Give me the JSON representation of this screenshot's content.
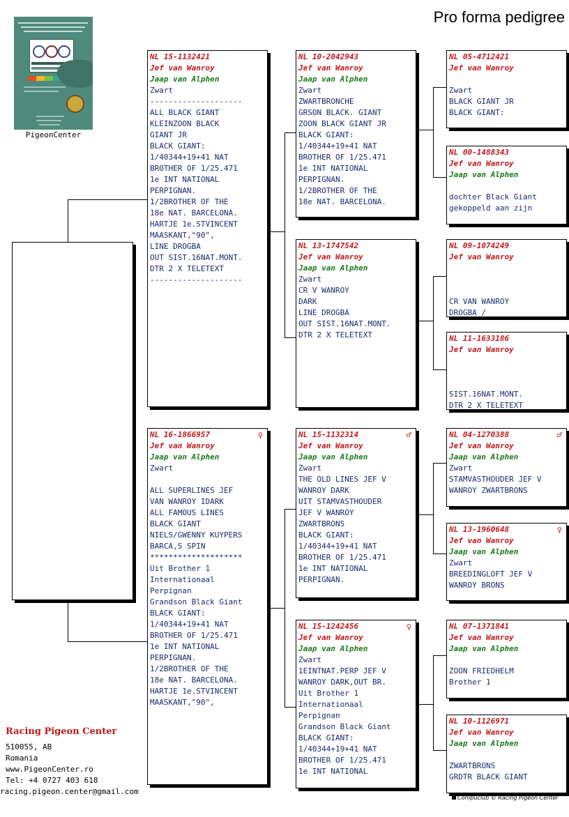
{
  "page_title": "Pro forma pedigree",
  "logo": {
    "caption": "PigeonCenter",
    "colors": [
      "#4f8a7c",
      "#ffffff",
      "#caa83c"
    ]
  },
  "footer": {
    "name": "Racing Pigeon Center",
    "lines": [
      "510055, AB",
      "Romania",
      "www.PigeonCenter.ro",
      "Tel: +4 0727 403 618"
    ],
    "email": "racing.pigeon.center@gmail.com"
  },
  "credit": "Compuclub © Racing Pigeon Center",
  "colors": {
    "ring": "#c0191c",
    "owner": "#1d7a1d",
    "text": "#1a2a6c"
  },
  "birds": [
    {
      "ring": "NL  15-1132421",
      "sex": "",
      "breeder": "Jef van Wanroy",
      "owner": "Jaap van Alphen",
      "lines": [
        "Zwart",
        "--------------------",
        "ALL BLACK GIANT",
        "KLEINZOON BLACK",
        "GIANT JR",
        "BLACK GIANT:",
        "1/40344+19+41 NAT",
        "BROTHER OF 1/25.471",
        "1e INT NATIONAL",
        "PERPIGNAN.",
        "1/2BROTHER OF THE",
        "18e NAT. BARCELONA.",
        "HARTJE 1e.STVINCENT",
        "MAASKANT,\"90\",",
        "LINE DROGBA",
        "OUT SIST.16NAT.MONT.",
        "DTR 2 X TELETEXT",
        "--------------------"
      ]
    },
    {
      "ring": "NL  16-1866957",
      "sex": "♀",
      "breeder": "Jef van Wanroy",
      "owner": "Jaap van Alphen",
      "lines": [
        "Zwart",
        "",
        "ALL SUPERLINES JEF",
        "VAN WANROY IDARK",
        "ALL FAMOUS LINES",
        "BLACK GIANT",
        "NIELS/GWENNY KUYPERS",
        "BARCA,S SPIN",
        "********************",
        "Uit Brother 1",
        "Internationaal",
        "Perpignan",
        "Grandson Black Giant",
        "BLACK GIANT:",
        "1/40344+19+41 NAT",
        "BROTHER OF 1/25.471",
        "1e INT NATIONAL",
        "PERPIGNAN.",
        "1/2BROTHER OF THE",
        "18e NAT. BARCELONA.",
        "HARTJE 1e.STVINCENT",
        "MAASKANT,\"90\","
      ]
    },
    {
      "ring": "NL  10-2042943",
      "sex": "",
      "breeder": "Jef van Wanroy",
      "owner": "Jaap van Alphen",
      "lines": [
        "Zwart",
        "ZWARTBRONCHE",
        "GRSON BLACK. GIANT",
        "ZOON BLACK GIANT JR",
        "BLACK GIANT:",
        "1/40344+19+41 NAT",
        "BROTHER OF 1/25.471",
        "1e INT NATIONAL",
        "PERPIGNAN.",
        "1/2BROTHER OF THE",
        "18e NAT. BARCELONA."
      ]
    },
    {
      "ring": "NL  13-1747542",
      "sex": "",
      "breeder": "Jef van Wanroy",
      "owner": "Jaap van Alphen",
      "lines": [
        "Zwart",
        "CR V WANROY",
        "DARK",
        "LINE DROGBA",
        "OUT SIST.16NAT.MONT.",
        "DTR 2 X TELETEXT"
      ]
    },
    {
      "ring": "NL  15-1132314",
      "sex": "♂",
      "breeder": "Jef van Wanroy",
      "owner": "Jaap van Alphen",
      "lines": [
        "Zwart",
        "THE OLD LINES JEF V",
        "WANROY DARK",
        "UIT STAMVASTHOUDER",
        "JEF V WANROY",
        "ZWARTBRONS",
        "BLACK GIANT:",
        "1/40344+19+41 NAT",
        "BROTHER OF 1/25.471",
        "1e INT NATIONAL",
        "PERPIGNAN."
      ]
    },
    {
      "ring": "NL  15-1242456",
      "sex": "♀",
      "breeder": "Jef van Wanroy",
      "owner": "Jaap van Alphen",
      "lines": [
        "Zwart",
        "1EINTNAT.PERP JEF V",
        "WANROY DARK,OUT BR.",
        "Uit Brother 1",
        "Internationaal",
        "Perpignan",
        "Grandson Black Giant",
        "BLACK GIANT:",
        "1/40344+19+41 NAT",
        "BROTHER OF 1/25.471",
        "1e INT NATIONAL"
      ]
    },
    {
      "ring": "NL  05-4712421",
      "sex": "",
      "breeder": "Jef van Wanroy",
      "owner": "",
      "lines": [
        "Zwart",
        "BLACK GIANT JR",
        "BLACK GIANT:"
      ]
    },
    {
      "ring": "NL  00-1488343",
      "sex": "",
      "breeder": "Jef van Wanroy",
      "owner": "Jaap van Alphen",
      "lines": [
        "",
        "dochter Black Giant",
        "gekoppeld aan zijn"
      ]
    },
    {
      "ring": "NL  09-1074249",
      "sex": "",
      "breeder": "Jef van Wanroy",
      "owner": "",
      "lines": [
        "",
        "",
        "CR VAN WANROY",
        "DROGBA /"
      ]
    },
    {
      "ring": "NL  11-1633186",
      "sex": "",
      "breeder": "Jef van Wanroy",
      "owner": "",
      "lines": [
        "",
        "",
        "SIST.16NAT.MONT.",
        "DTR 2 X TELETEXT"
      ]
    },
    {
      "ring": "NL  04-1270388",
      "sex": "♂",
      "breeder": "Jef van Wanroy",
      "owner": "Jaap van Alphen",
      "lines": [
        "Zwart",
        "STAMVASTHOUDER JEF V",
        "WANROY ZWARTBRONS"
      ]
    },
    {
      "ring": "NL  13-1960648",
      "sex": "♀",
      "breeder": "Jef van Wanroy",
      "owner": "Jaap van Alphen",
      "lines": [
        "Zwart",
        "BREEDINGLOFT JEF V",
        "WANROY BRONS"
      ]
    },
    {
      "ring": "NL  07-1371841",
      "sex": "",
      "breeder": "Jef van Wanroy",
      "owner": "Jaap van Alphen",
      "lines": [
        "",
        "ZOON FRIEDHELM",
        "Brother 1"
      ]
    },
    {
      "ring": "NL  10-1126971",
      "sex": "",
      "breeder": "Jef van Wanroy",
      "owner": "Jaap van Alphen",
      "lines": [
        "",
        "ZWARTBRONS",
        "GRDTR BLACK GIANT"
      ]
    }
  ]
}
